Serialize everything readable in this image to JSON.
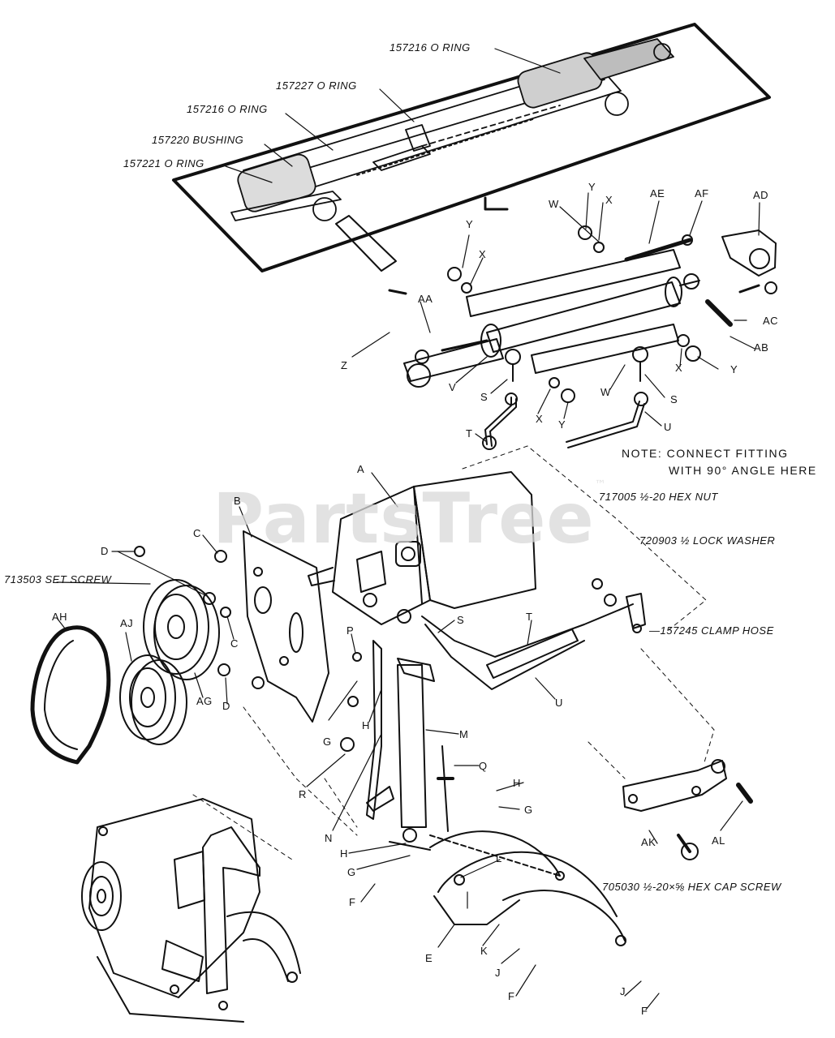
{
  "watermark": {
    "text": "PartsTree",
    "mark": "™"
  },
  "inset_labels": {
    "oring_top": "157216  O RING",
    "oring_227": "157227  O RING",
    "oring_216": "157216  O RING",
    "bushing": "157220  BUSHING",
    "oring_221": "157221  O RING"
  },
  "part_labels": {
    "hex_nut": "717005 ½-20 HEX NUT",
    "lock_washer": "720903 ½ LOCK WASHER",
    "clamp_hose": "—157245 CLAMP HOSE",
    "set_screw": "713503  SET SCREW",
    "hex_cap_screw": "705030 ½-20×⅝ HEX CAP SCREW"
  },
  "note": {
    "line1": "NOTE: CONNECT FITTING",
    "line2": "WITH 90° ANGLE HERE"
  },
  "letters": {
    "Y1": "Y",
    "X1": "X",
    "AE": "AE",
    "AF": "AF",
    "AD": "AD",
    "W1": "W",
    "Y2": "Y",
    "X2": "X",
    "AA": "AA",
    "AC": "AC",
    "Z": "Z",
    "AB": "AB",
    "X3": "X",
    "Y3": "Y",
    "V": "V",
    "S1": "S",
    "W2": "W",
    "S2": "S",
    "X4": "X",
    "Y4": "Y",
    "T1": "T",
    "U1": "U",
    "A": "A",
    "B": "B",
    "C1": "C",
    "D1": "D",
    "AH": "AH",
    "AJ": "AJ",
    "C2": "C",
    "AG": "AG",
    "D2": "D",
    "P": "P",
    "S3": "S",
    "T2": "T",
    "U2": "U",
    "G1": "G",
    "H1": "H",
    "M": "M",
    "Q": "Q",
    "R": "R",
    "H2": "H",
    "G2": "G",
    "N": "N",
    "AK": "AK",
    "AL": "AL",
    "H3": "H",
    "L": "L",
    "G3": "G",
    "F1": "F",
    "E": "E",
    "K": "K",
    "J1": "J",
    "F2": "F",
    "J2": "J",
    "F3": "F"
  }
}
